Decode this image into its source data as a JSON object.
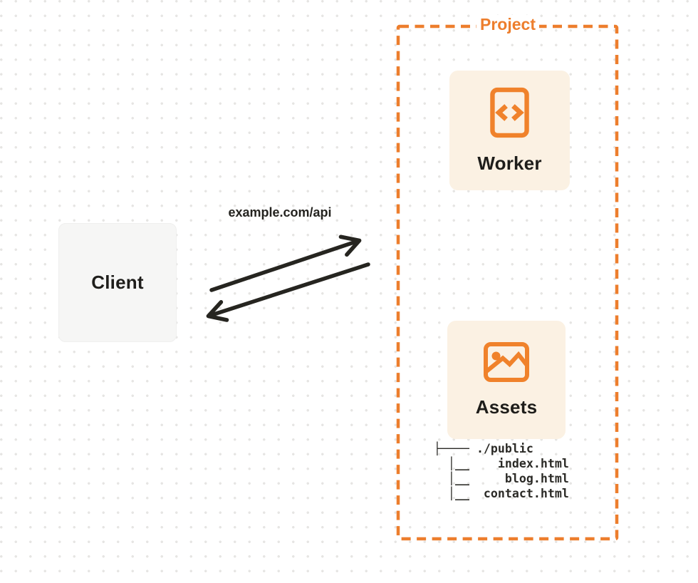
{
  "colors": {
    "accent_orange": "#ee802d",
    "card_bg": "#fbf1e3",
    "client_bg": "#f6f6f5",
    "ink": "#262520",
    "dot_grid": "#e6e5e3"
  },
  "client": {
    "label": "Client"
  },
  "connection": {
    "label": "example.com/api",
    "request_icon": "arrow-up-right-icon",
    "response_icon": "arrow-down-left-icon"
  },
  "project": {
    "label": "Project",
    "worker": {
      "label": "Worker",
      "icon": "code-file-icon"
    },
    "assets": {
      "label": "Assets",
      "icon": "image-icon"
    },
    "file_tree": {
      "root": "./public",
      "files": [
        "index.html",
        "blog.html",
        "contact.html"
      ],
      "ascii": "├──── ./public\n  │__    index.html\n  │__     blog.html\n  │__  contact.html"
    }
  }
}
